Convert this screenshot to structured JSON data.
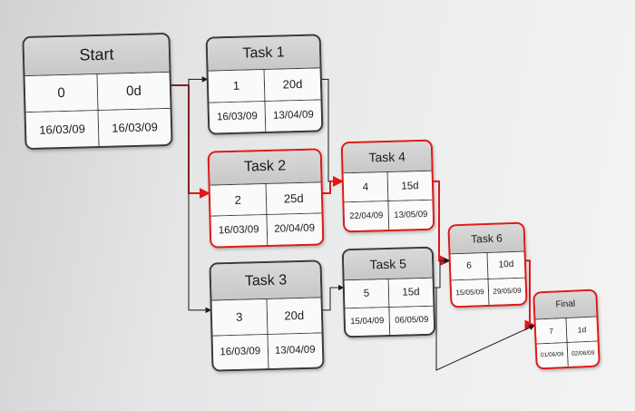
{
  "nodes": [
    {
      "id": "start",
      "name": "Start",
      "duration_left": "0",
      "duration_right": "0d",
      "early_start": "16/03/09",
      "early_finish": "16/03/09",
      "critical": true
    },
    {
      "id": "task1",
      "name": "Task 1",
      "duration_left": "1",
      "duration_right": "20d",
      "early_start": "16/03/09",
      "early_finish": "13/04/09",
      "critical": false
    },
    {
      "id": "task2",
      "name": "Task 2",
      "duration_left": "2",
      "duration_right": "25d",
      "early_start": "16/03/09",
      "early_finish": "20/04/09",
      "critical": true
    },
    {
      "id": "task3",
      "name": "Task 3",
      "duration_left": "3",
      "duration_right": "20d",
      "early_start": "16/03/09",
      "early_finish": "13/04/09",
      "critical": false
    },
    {
      "id": "task4",
      "name": "Task 4",
      "duration_left": "4",
      "duration_right": "15d",
      "early_start": "22/04/09",
      "early_finish": "13/05/09",
      "critical": true
    },
    {
      "id": "task5",
      "name": "Task 5",
      "duration_left": "5",
      "duration_right": "15d",
      "early_start": "15/04/09",
      "early_finish": "06/05/09",
      "critical": false
    },
    {
      "id": "task6",
      "name": "Task 6",
      "duration_left": "6",
      "duration_right": "10d",
      "early_start": "15/05/09",
      "early_finish": "29/05/09",
      "critical": true
    },
    {
      "id": "final",
      "name": "Final",
      "duration_left": "7",
      "duration_right": "1d",
      "early_start": "01/06/09",
      "early_finish": "02/06/09",
      "critical": true
    }
  ],
  "edges": [
    {
      "from": "start",
      "to": "task1",
      "critical": false
    },
    {
      "from": "start",
      "to": "task2",
      "critical": true
    },
    {
      "from": "start",
      "to": "task3",
      "critical": false
    },
    {
      "from": "task1",
      "to": "task4",
      "critical": false
    },
    {
      "from": "task2",
      "to": "task4",
      "critical": true
    },
    {
      "from": "task3",
      "to": "task5",
      "critical": false
    },
    {
      "from": "task4",
      "to": "task6",
      "critical": true
    },
    {
      "from": "task5",
      "to": "task6",
      "critical": false
    },
    {
      "from": "task6",
      "to": "final",
      "critical": true
    },
    {
      "from": "task5",
      "to": "final",
      "critical": false
    }
  ],
  "colors": {
    "critical": "#e01818",
    "normal": "#2a2a2a",
    "border": "#3a3a3a"
  }
}
